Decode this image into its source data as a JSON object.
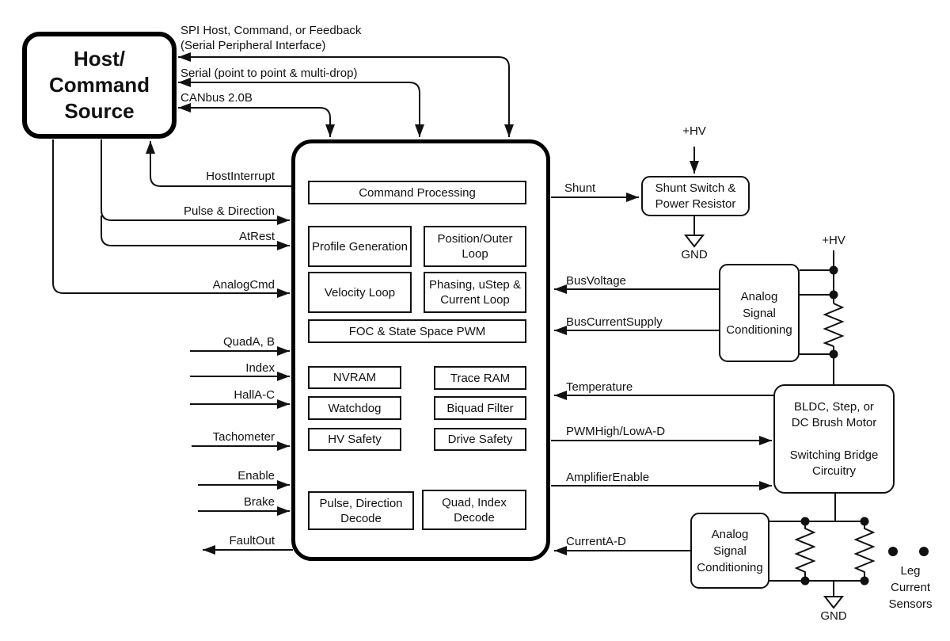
{
  "colors": {
    "line": "#111111",
    "background": "#ffffff"
  },
  "host": {
    "lines": [
      "Host/",
      "Command",
      "Source"
    ]
  },
  "comm": {
    "spi_line1": "SPI Host, Command, or Feedback",
    "spi_line2": "(Serial Peripheral Interface)",
    "serial": "Serial (point to point & multi-drop)",
    "canbus": "CANbus 2.0B"
  },
  "left_signals": {
    "host_interrupt": "HostInterrupt",
    "pulse_direction": "Pulse & Direction",
    "at_rest": "AtRest",
    "analog_cmd": "AnalogCmd",
    "quad_ab": "QuadA, B",
    "index": "Index",
    "hall_ac": "HallA-C",
    "tachometer": "Tachometer",
    "enable": "Enable",
    "brake": "Brake",
    "fault_out": "FaultOut"
  },
  "chip": {
    "blocks": {
      "command_processing": "Command Processing",
      "profile_generation": "Profile Generation",
      "position_outer_loop": "Position/Outer Loop",
      "velocity_loop": "Velocity Loop",
      "phasing_ustep": "Phasing, uStep & Current Loop",
      "foc_pwm": "FOC & State Space PWM",
      "nvram": "NVRAM",
      "trace_ram": "Trace RAM",
      "watchdog": "Watchdog",
      "biquad_filter": "Biquad Filter",
      "hv_safety": "HV Safety",
      "drive_safety": "Drive Safety",
      "pulse_direction_decode": "Pulse, Direction Decode",
      "quad_index_decode": "Quad, Index Decode"
    }
  },
  "right_signals": {
    "shunt": "Shunt",
    "bus_voltage": "BusVoltage",
    "bus_current_supply": "BusCurrentSupply",
    "temperature": "Temperature",
    "pwm_high_low": "PWMHigh/LowA-D",
    "amplifier_enable": "AmplifierEnable",
    "current_ad": "CurrentA-D"
  },
  "shunt_box": {
    "lines": [
      "Shunt Switch &",
      "Power Resistor"
    ]
  },
  "asc_right": {
    "lines": [
      "Analog",
      "Signal",
      "Conditioning"
    ]
  },
  "asc_bottom": {
    "lines": [
      "Analog",
      "Signal",
      "Conditioning"
    ]
  },
  "motor_box": {
    "lines": [
      "BLDC, Step, or",
      "DC Brush Motor",
      "Switching Bridge",
      "Circuitry"
    ]
  },
  "leg_sensors": {
    "lines": [
      "Leg",
      "Current",
      "Sensors"
    ]
  },
  "power": {
    "hv_shunt": "+HV",
    "gnd_shunt": "GND",
    "hv_rail": "+HV",
    "gnd_bottom": "GND"
  }
}
